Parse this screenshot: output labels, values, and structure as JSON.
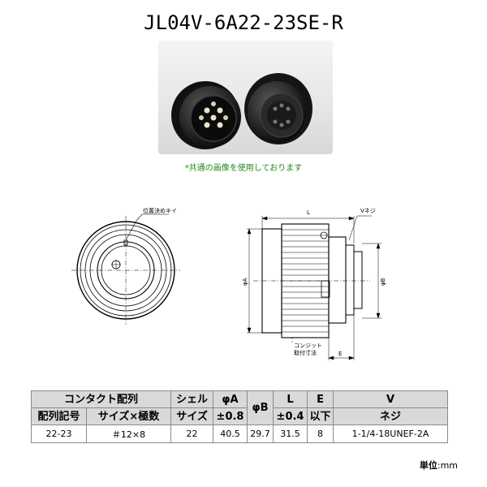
{
  "title": "JL04V-6A22-23SE-R",
  "photo_note": "*共通の画像を使用しております",
  "drawing": {
    "key_label": "位置決めキイ",
    "L": "L",
    "V": "Vネジ",
    "phiA": "φA",
    "phiB": "φB",
    "conduit_line1": "コンジット",
    "conduit_line2": "取付寸法",
    "E": "E"
  },
  "table": {
    "header_row1": {
      "contact": "コンタクト配列",
      "shell": "シェル",
      "phiA": "φA",
      "phiB": "φB",
      "L": "L",
      "E": "E",
      "V": "V"
    },
    "header_row2": {
      "layout_code": "配列記号",
      "size_poles": "サイズ×極数",
      "shell_size": "サイズ",
      "phiA_tol": "±0.8",
      "L_tol": "±0.4",
      "E_max": "以下",
      "V_thread": "ネジ"
    },
    "rows": [
      {
        "layout_code": "22-23",
        "size_poles": "＃12×8",
        "shell_size": "22",
        "phiA": "40.5",
        "phiB": "29.7",
        "L": "31.5",
        "E": "8",
        "V": "1-1/4-18UNEF-2A"
      }
    ]
  },
  "unit_label": "単位",
  "unit_value": ":mm"
}
